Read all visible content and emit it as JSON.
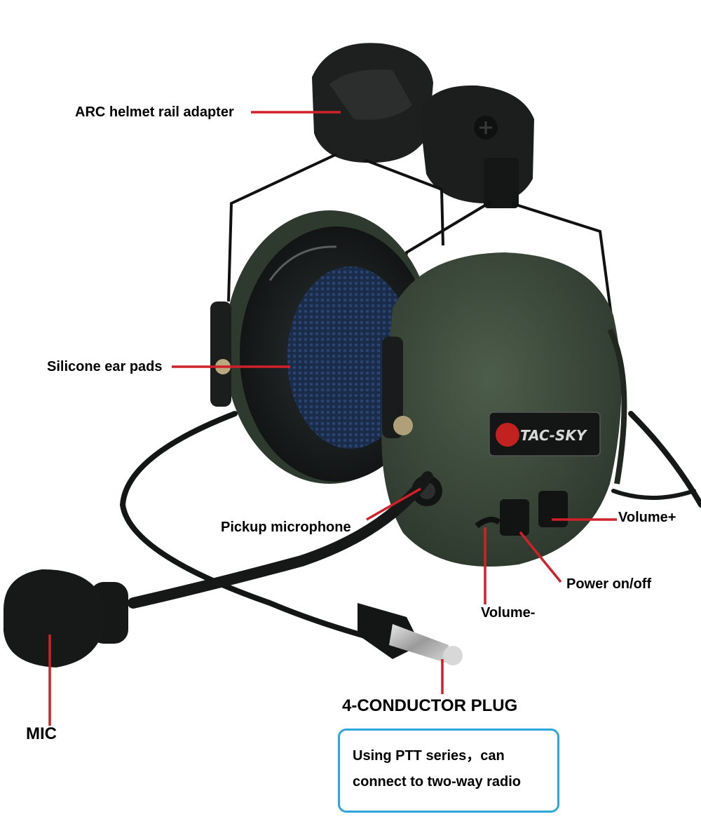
{
  "brand": {
    "logo_text": "TAC-SKY"
  },
  "labels": {
    "arc_adapter": "ARC helmet rail adapter",
    "ear_pads": "Silicone ear pads",
    "pickup_mic": "Pickup microphone",
    "volume_plus": "Volume+",
    "power": "Power on/off",
    "volume_minus": "Volume-",
    "plug": "4-CONDUCTOR PLUG",
    "mic": "MIC"
  },
  "callout": {
    "line1": "Using PTT series，can",
    "line2": "connect to two-way radio"
  },
  "colors": {
    "leader": "#d0202a",
    "callout_border": "#2ea6dc",
    "cup_green": "#3b4a3a",
    "pad_black": "#161818",
    "mesh_blue": "#1d3152"
  }
}
